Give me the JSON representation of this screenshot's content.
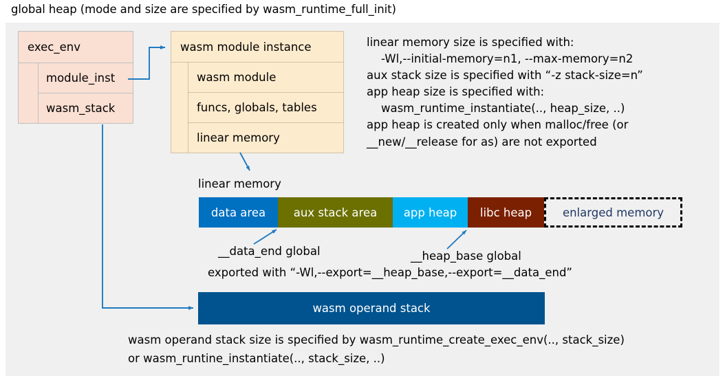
{
  "title": "global heap (mode and size are specified by wasm_runtime_full_init)",
  "exec_env": {
    "title": "exec_env",
    "fields": [
      {
        "label": "module_inst"
      },
      {
        "label": "wasm_stack"
      }
    ]
  },
  "module_instance": {
    "title": "wasm module instance",
    "rows": [
      {
        "label": "wasm module"
      },
      {
        "label": "funcs, globals, tables"
      },
      {
        "label": "linear memory"
      }
    ]
  },
  "notes": "linear memory size is specified with:\n    -Wl,--initial-memory=n1, --max-memory=n2\naux stack size is specified with “-z stack-size=n”\napp heap size is specified with:\n    wasm_runtime_instantiate(.., heap_size, ..)\napp heap is created only when malloc/free (or\n__new/__release for as) are not exported",
  "linear_memory": {
    "caption": "linear memory",
    "segments": [
      {
        "label": "data area",
        "color": "#0070c0",
        "text_color": "#ffffff"
      },
      {
        "label": "aux stack area",
        "color": "#6b7000",
        "text_color": "#ffffff"
      },
      {
        "label": "app heap",
        "color": "#00b0f0",
        "text_color": "#ffffff"
      },
      {
        "label": "libc heap",
        "color": "#7b2000",
        "text_color": "#ffffff"
      },
      {
        "label": "enlarged memory",
        "color": "#f0f0f0",
        "text_color": "#1f3864"
      }
    ]
  },
  "annotations": {
    "data_end": "__data_end global",
    "heap_base": "__heap_base global",
    "exported": "exported with “-Wl,--export=__heap_base,--export=__data_end”"
  },
  "operand_stack": {
    "label": "wasm operand stack",
    "color": "#00538e"
  },
  "bottom_notes": "wasm operand stack size is specified by wasm_runtime_create_exec_env(.., stack_size)\nor wasm_runtine_instantiate(.., stack_size, ..)",
  "colors": {
    "panel_bg": "#f0f0f0",
    "exec_env_fill": "#fadfd3",
    "module_fill": "#fdebcd",
    "arrow": "#1f7ac0"
  }
}
